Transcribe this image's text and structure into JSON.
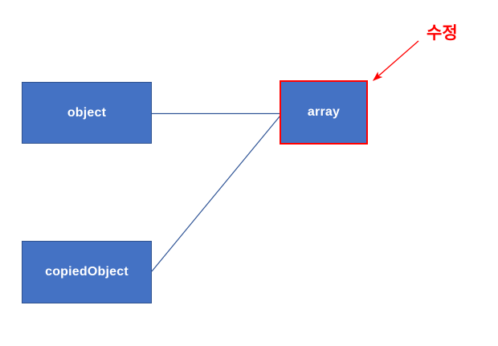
{
  "diagram": {
    "background_color": "#ffffff",
    "node_fill_color": "#4472C4",
    "node_border_color": "#2F528F",
    "highlight_color": "#FF0000",
    "edge_color": "#2F5496",
    "nodes": [
      {
        "id": "object",
        "label": "object"
      },
      {
        "id": "copiedObject",
        "label": "copiedObject"
      },
      {
        "id": "array",
        "label": "array"
      }
    ],
    "edges": [
      {
        "from": "object",
        "to": "array"
      },
      {
        "from": "copiedObject",
        "to": "array"
      }
    ],
    "annotation": {
      "label": "수정",
      "color": "#FF0000",
      "points_to": "array"
    }
  }
}
